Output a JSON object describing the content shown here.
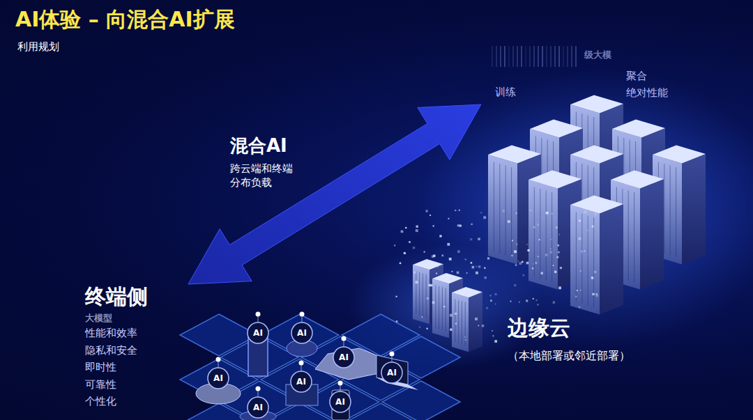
{
  "diagram": {
    "title": "AI体验 – 向混合AI扩展",
    "nodes": [
      {
        "text": [
          "终端侧",
          "大模型",
          "性能和效率",
          "隐私和安全",
          "即时性",
          "可靠性",
          "个性化"
        ]
      },
      {
        "text": [
          "边缘云",
          "（本地部署或邻近部署）"
        ]
      },
      {
        "text": [
          "训练",
          "聚合 绝对性能"
        ]
      }
    ],
    "edges": [
      {
        "from": 0,
        "to": 2,
        "arrow": "both",
        "label": "混合AI"
      }
    ],
    "labels": [
      "利用规划",
      "级大模",
      "跨云端和终端 分布负载",
      "AI",
      "AI",
      "AI",
      "AI",
      "AI",
      "AI",
      "AI",
      "AI"
    ]
  }
}
